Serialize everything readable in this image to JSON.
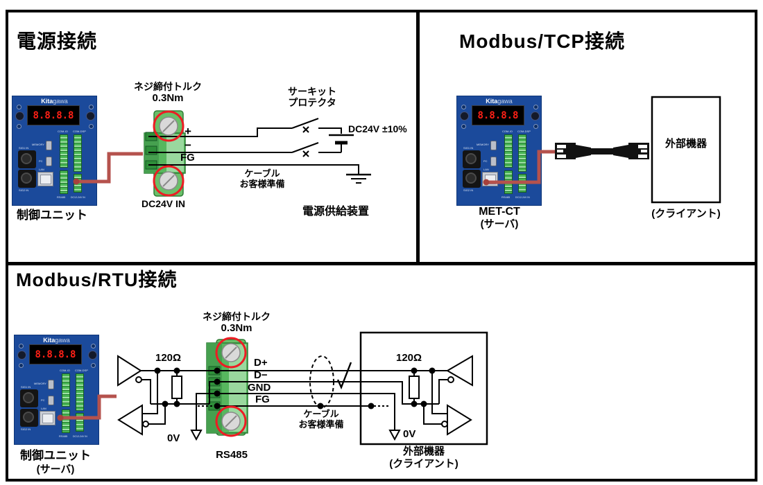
{
  "colors": {
    "device_blue": "#1b4a9b",
    "cable_red": "#b5524d",
    "screw_circle_red": "#ed1c24",
    "terminal_green": "#57b75e",
    "display_red": "#ff2016"
  },
  "device": {
    "brand_bold": "Kita",
    "brand_light": "gawa",
    "display_digits": "8.8.8.8",
    "ports": {
      "com_io": "COM-IO",
      "com_dsp": "COM-DSP",
      "memory": "MEMORY",
      "pc": "PC",
      "lan": "LAN",
      "sig1": "SIG1 IN",
      "sig2": "SIG2 IN",
      "rs485": "RS485",
      "power_in": "DC12-24V IN"
    }
  },
  "power_panel": {
    "title": "電源接続",
    "device_caption": "制御ユニット",
    "torque_note": [
      "ネジ締付トルク",
      "0.3Nm"
    ],
    "plus": "+",
    "minus": "−",
    "fg": "FG",
    "terminal_caption": "DC24V IN",
    "protector_note": [
      "サーキット",
      "プロテクタ"
    ],
    "supply_voltage": "DC24V ±10%",
    "cable_note": [
      "ケーブル",
      "お客様準備"
    ],
    "supply_caption": "電源供給装置"
  },
  "tcp_panel": {
    "title": "Modbus/TCP接続",
    "device_caption": "MET-CT",
    "device_subcaption": "(サーバ)",
    "external_caption": "外部機器",
    "external_subcaption": "(クライアント)"
  },
  "rtu_panel": {
    "title": "Modbus/RTU接続",
    "device_caption": "制御ユニット",
    "device_subcaption": "(サーバ)",
    "torque_note": [
      "ネジ締付トルク",
      "0.3Nm"
    ],
    "terminal_caption": "RS485",
    "signals": [
      "D+",
      "D−",
      "GND",
      "FG"
    ],
    "termination_left": "120Ω",
    "termination_right": "120Ω",
    "ground_left": "0V",
    "ground_right": "0V",
    "cable_note": [
      "ケーブル",
      "お客様準備"
    ],
    "external_caption": "外部機器",
    "external_subcaption": "(クライアント)"
  }
}
